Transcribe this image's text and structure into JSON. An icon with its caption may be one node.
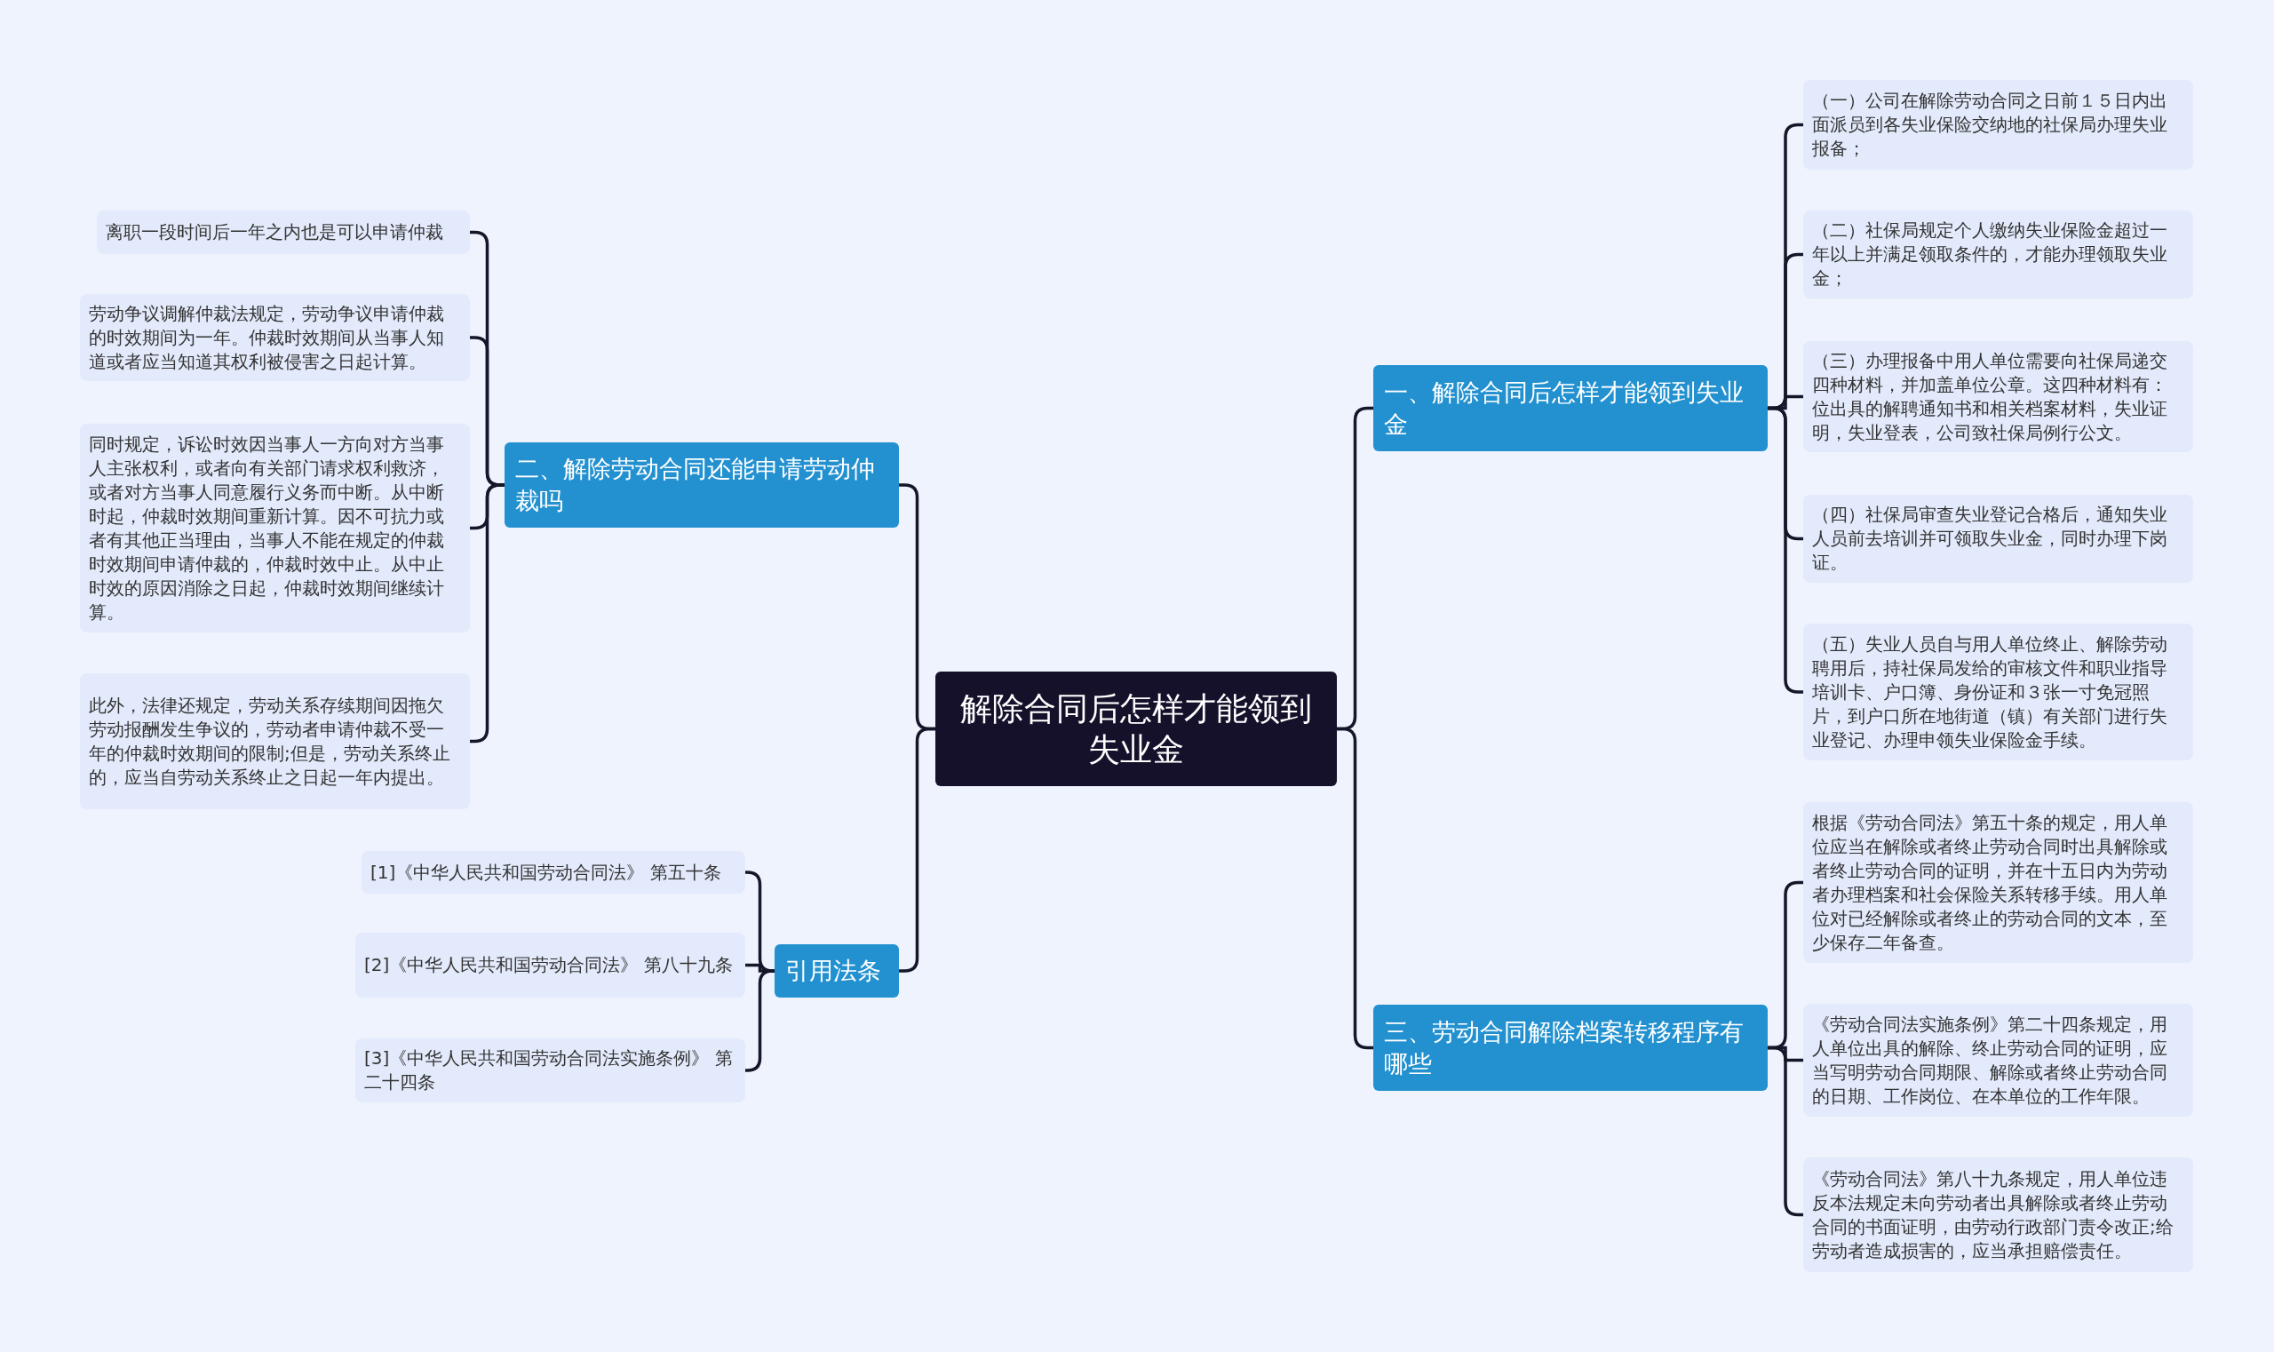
{
  "diagram": {
    "nodes": [
      {
        "text": [
          "解除合同后怎样才能领到失业金"
        ]
      },
      {
        "text": [
          "一、解除合同后怎样才能领到失业金"
        ]
      },
      {
        "text": [
          "（一）公司在解除劳动合同之日前１５日内出面派员到各失业保险交纳地的社保局办理失业报备；"
        ]
      },
      {
        "text": [
          "（二）社保局规定个人缴纳失业保险金超过一年以上并满足领取条件的，才能办理领取失业金；"
        ]
      },
      {
        "text": [
          "（三）办理报备中用人单位需要向社保局递交四种材料，并加盖单位公章。这四种材料有：位出具的解聘通知书和相关档案材料，失业证明，失业登表，公司致社保局例行公文。"
        ]
      },
      {
        "text": [
          "（四）社保局审查失业登记合格后，通知失业人员前去培训并可领取失业金，同时办理下岗证。"
        ]
      },
      {
        "text": [
          "（五）失业人员自与用人单位终止、解除劳动聘用后，持社保局发给的审核文件和职业指导培训卡、户口簿、身份证和３张一寸免冠照片，到户口所在地街道（镇）有关部门进行失业登记、办理申领失业保险金手续。"
        ]
      },
      {
        "text": [
          "三、劳动合同解除档案转移程序有哪些"
        ]
      },
      {
        "text": [
          "根据《劳动合同法》第五十条的规定，用人单位应当在解除或者终止劳动合同时出具解除或者终止劳动合同的证明，并在十五日内为劳动者办理档案和社会保险关系转移手续。用人单位对已经解除或者终止的劳动合同的文本，至少保存二年备查。"
        ]
      },
      {
        "text": [
          "《劳动合同法实施条例》第二十四条规定，用人单位出具的解除、终止劳动合同的证明，应当写明劳动合同期限、解除或者终止劳动合同的日期、工作岗位、在本单位的工作年限。"
        ]
      },
      {
        "text": [
          "《劳动合同法》第八十九条规定，用人单位违反本法规定未向劳动者出具解除或者终止劳动合同的书面证明，由劳动行政部门责令改正;给劳动者造成损害的，应当承担赔偿责任。"
        ]
      },
      {
        "text": [
          "二、解除劳动合同还能申请劳动仲裁吗"
        ]
      },
      {
        "text": [
          "离职一段时间后一年之内也是可以申请仲裁"
        ]
      },
      {
        "text": [
          "劳动争议调解仲裁法规定，劳动争议申请仲裁的时效期间为一年。仲裁时效期间从当事人知道或者应当知道其权利被侵害之日起计算。"
        ]
      },
      {
        "text": [
          "同时规定，诉讼时效因当事人一方向对方当事人主张权利，或者向有关部门请求权利救济，或者对方当事人同意履行义务而中断。从中断时起，仲裁时效期间重新计算。因不可抗力或者有其他正当理由，当事人不能在规定的仲裁时效期间申请仲裁的，仲裁时效中止。从中止时效的原因消除之日起，仲裁时效期间继续计算。"
        ]
      },
      {
        "text": [
          "此外，法律还规定，劳动关系存续期间因拖欠劳动报酬发生争议的，劳动者申请仲裁不受一年的仲裁时效期间的限制;但是，劳动关系终止的，应当自劳动关系终止之日起一年内提出。"
        ]
      },
      {
        "text": [
          "引用法条"
        ]
      },
      {
        "text": [
          "[1]《中华人民共和国劳动合同法》 第五十条"
        ]
      },
      {
        "text": [
          "[2]《中华人民共和国劳动合同法》 第八十九条"
        ]
      },
      {
        "text": [
          "[3]《中华人民共和国劳动合同法实施条例》 第二十四条"
        ]
      }
    ],
    "edges": [
      {
        "from": 0,
        "to": 1,
        "arrow": "none"
      },
      {
        "from": 1,
        "to": 2,
        "arrow": "none"
      },
      {
        "from": 1,
        "to": 3,
        "arrow": "none"
      },
      {
        "from": 1,
        "to": 4,
        "arrow": "none"
      },
      {
        "from": 1,
        "to": 5,
        "arrow": "none"
      },
      {
        "from": 1,
        "to": 6,
        "arrow": "none"
      },
      {
        "from": 0,
        "to": 7,
        "arrow": "none"
      },
      {
        "from": 7,
        "to": 8,
        "arrow": "none"
      },
      {
        "from": 7,
        "to": 9,
        "arrow": "none"
      },
      {
        "from": 7,
        "to": 10,
        "arrow": "none"
      },
      {
        "from": 0,
        "to": 11,
        "arrow": "none"
      },
      {
        "from": 11,
        "to": 12,
        "arrow": "none"
      },
      {
        "from": 11,
        "to": 13,
        "arrow": "none"
      },
      {
        "from": 11,
        "to": 14,
        "arrow": "none"
      },
      {
        "from": 11,
        "to": 15,
        "arrow": "none"
      },
      {
        "from": 0,
        "to": 16,
        "arrow": "none"
      },
      {
        "from": 16,
        "to": 17,
        "arrow": "none"
      },
      {
        "from": 16,
        "to": 18,
        "arrow": "none"
      },
      {
        "from": 16,
        "to": 19,
        "arrow": "none"
      }
    ]
  }
}
